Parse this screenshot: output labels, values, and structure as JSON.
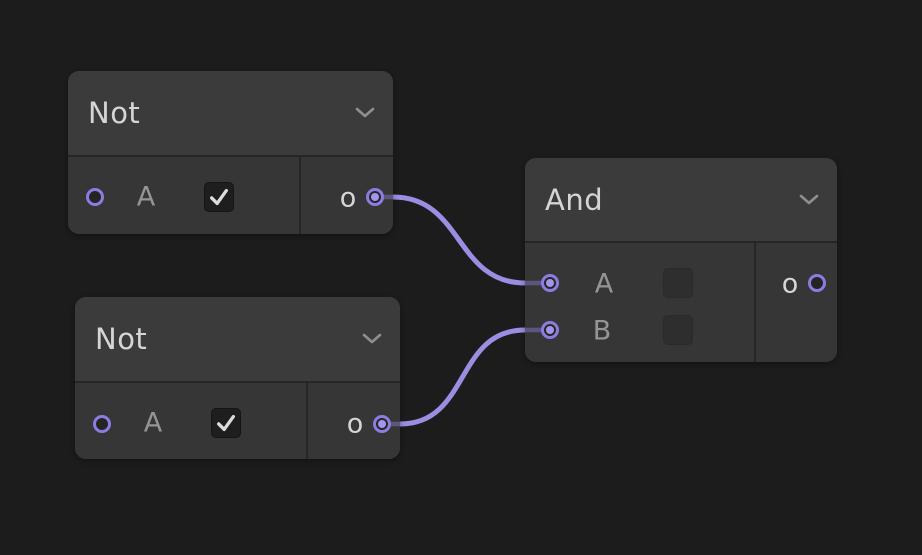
{
  "editor": {
    "type": "node-graph-canvas",
    "background_color": "#1c1c1c"
  },
  "colors": {
    "accent_port": "#8b7de0",
    "accent_port_fill": "#a495ec",
    "wire": "#9d8de2",
    "wire_inside_node": "#5d5480",
    "node_header": "#3b3b3b",
    "node_body": "#363636",
    "title_text": "#d5d5d5",
    "label_text": "#959595"
  },
  "icons": {
    "collapse": "chevron-down-icon",
    "check": "checkmark-icon"
  },
  "nodes": [
    {
      "title": "Not",
      "inputs": [
        {
          "label": "A",
          "control": "checkbox",
          "checked": true,
          "disabled": false,
          "connected": false
        }
      ],
      "outputs": [
        {
          "label": "o",
          "connected": true
        }
      ]
    },
    {
      "title": "Not",
      "inputs": [
        {
          "label": "A",
          "control": "checkbox",
          "checked": true,
          "disabled": false,
          "connected": false
        }
      ],
      "outputs": [
        {
          "label": "o",
          "connected": true
        }
      ]
    },
    {
      "title": "And",
      "inputs": [
        {
          "label": "A",
          "control": "checkbox",
          "checked": false,
          "disabled": true,
          "connected": true
        },
        {
          "label": "B",
          "control": "checkbox",
          "checked": false,
          "disabled": true,
          "connected": true
        }
      ],
      "outputs": [
        {
          "label": "o",
          "connected": false
        }
      ]
    }
  ],
  "connections": [
    {
      "from": "Not(top).o",
      "to": "And.A"
    },
    {
      "from": "Not(bottom).o",
      "to": "And.B"
    }
  ]
}
